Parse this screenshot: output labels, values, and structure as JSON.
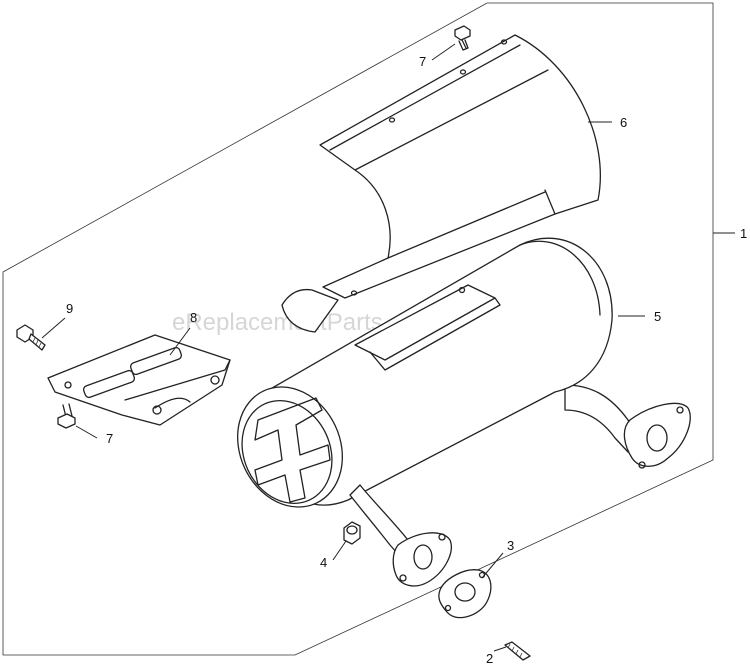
{
  "watermark": "eReplacementParts.com",
  "callouts": [
    {
      "id": "1",
      "label": "1"
    },
    {
      "id": "2",
      "label": "2"
    },
    {
      "id": "3",
      "label": "3"
    },
    {
      "id": "4",
      "label": "4"
    },
    {
      "id": "5",
      "label": "5"
    },
    {
      "id": "6",
      "label": "6"
    },
    {
      "id": "7a",
      "label": "7"
    },
    {
      "id": "7b",
      "label": "7"
    },
    {
      "id": "8",
      "label": "8"
    },
    {
      "id": "9",
      "label": "9"
    }
  ]
}
